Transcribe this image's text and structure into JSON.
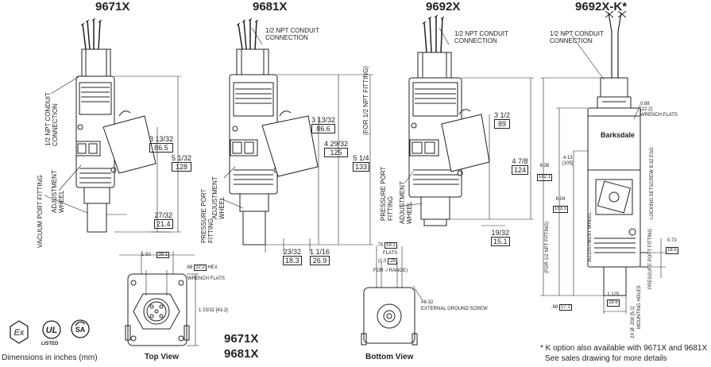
{
  "models": {
    "m1": "9671X",
    "m2": "9681X",
    "m3": "9692X",
    "m4": "9692X-K*"
  },
  "labels": {
    "conduit_l1": "1/2 NPT CONDUIT",
    "conduit_l2": "CONNECTION",
    "vert_conduit_l1": "1/2 NPT CONDUIT",
    "vert_conduit_l2": "CONNECTION",
    "vacuum_port": "VACUUM PORT FITTING",
    "adjustment_wheel_l1": "ADJUSTMENT",
    "adjustment_wheel_l2": "WHEEL",
    "pressure_port_l1": "PRESSURE PORT",
    "pressure_port_l2": "FITTING",
    "for_npt": "(FOR 1/2 NPT FITTING)",
    "flats": "FLATS",
    "for_range": "FOR -/ RANGE)",
    "ground_screw": "EXTERNAL GROUND SCREW",
    "wrench_flats_hex": "WRENCH FLATS",
    "hex": "HEX",
    "wrench_flats": "WRENCH FLATS",
    "locking_setscrew": "LOCKING SETSCREW 8-32 ESG",
    "mounting_holes": "MOUNTING HOLES",
    "pressure_port_vert": "PRESSURE PORT FITTING",
    "adjustment_wheel_vert": "ADJUSTMENT WHEEL",
    "for_npt_k": "(FOR 1/2 NPT FITTING)",
    "brand": "Barksdale"
  },
  "dims": {
    "d1_in": "3 13/32",
    "d1_mm": "86.5",
    "d2_in": "5 1/32",
    "d2_mm": "128",
    "d3_in": "27/32",
    "d3_mm": "21.4",
    "d4_in": "3 13/32",
    "d4_mm": "86.6",
    "d5_in": "4 29/32",
    "d5_mm": "125",
    "d6_in": "5 1/4",
    "d6_mm": "133",
    "d7_in": "23/32",
    "d7_mm": "18.3",
    "d8_in": "1 1/16",
    "d8_mm": "26.9",
    "d9_in": "3 1/2",
    "d9_mm": "89",
    "d10_in": "4 7/8",
    "d10_mm": "124",
    "d11_in": "19/32",
    "d11_mm": "15.1",
    "tv_150": "1.50",
    "tv_381": "38.1",
    "tv_88": ".88",
    "tv_222": "22.2",
    "tv_123": "1 23/32 [43.2]",
    "bv_75": ".75",
    "bv_191": "19.1",
    "bv_10": "(1.0",
    "bv_25": ".25",
    "bv_832": "#8-32",
    "k_088": "0.88",
    "k_222": "[22.2]",
    "k_638": "6.38",
    "k_1621": "162.1",
    "k_413": "4.13",
    "k_105": "[105]",
    "k_604": "6.04",
    "k_1533": "153.3",
    "k_073": "0.73",
    "k_185": "18.5",
    "k_1125": "1.125",
    "k_286": "28.6",
    "k_68": ".68",
    "k_171": "17.1",
    "k_holes": "2X Ø .200 [5.1]"
  },
  "views": {
    "top_view": "Top View",
    "bottom_view": "Bottom View",
    "top_models_1": "9671X",
    "top_models_2": "9681X"
  },
  "footer": {
    "dimensions_note": "Dimensions in inches (mm)",
    "listed": "LISTED",
    "k_note_l1": "* K option also available with 9671X and 9681X",
    "k_note_l2": "See sales drawing for more details"
  },
  "icons": [
    "ex-icon",
    "ul-listed-icon",
    "csa-icon"
  ]
}
